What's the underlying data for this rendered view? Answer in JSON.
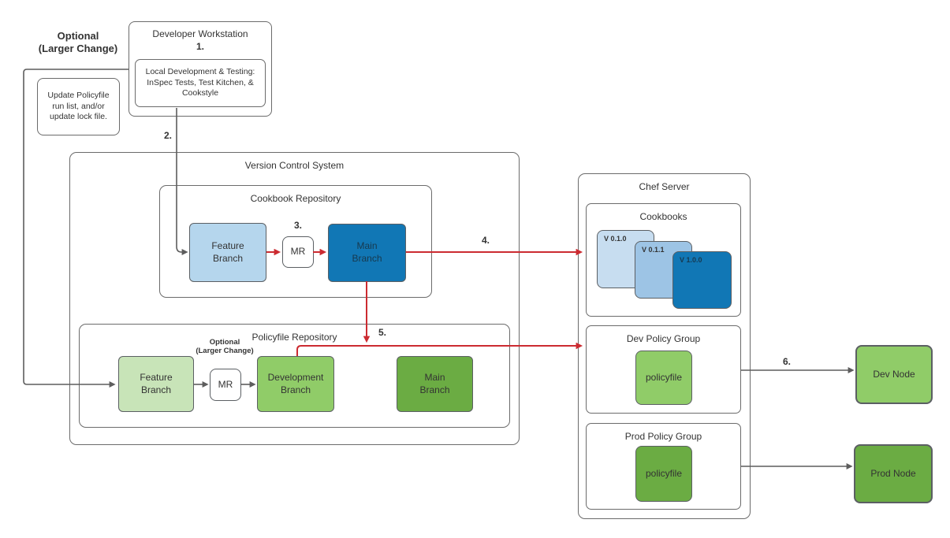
{
  "diagram": {
    "optional_top": {
      "line1": "Optional",
      "line2": "(Larger Change)"
    },
    "update_note": "Update Policyfile run list, and/or update lock file.",
    "developer_workstation": {
      "title": "Developer Workstation",
      "step": "1.",
      "local_dev": "Local Development & Testing: InSpec Tests, Test Kitchen, & Cookstyle"
    },
    "steps": {
      "s2": "2.",
      "s3": "3.",
      "s4": "4.",
      "s5": "5.",
      "s6": "6."
    },
    "vcs": {
      "title": "Version Control System",
      "cookbook_repo": {
        "title": "Cookbook Repository",
        "feature_branch": "Feature Branch",
        "mr": "MR",
        "main_branch": "Main Branch"
      },
      "policyfile_repo": {
        "title": "Policyfile Repository",
        "optional_line1": "Optional",
        "optional_line2": "(Larger Change)",
        "feature_branch": "Feature Branch",
        "mr": "MR",
        "development_branch": "Development Branch",
        "main_branch": "Main Branch"
      }
    },
    "chef_server": {
      "title": "Chef Server",
      "cookbooks": {
        "title": "Cookbooks",
        "versions": [
          "V 0.1.0",
          "V 0.1.1",
          "V 1.0.0"
        ]
      },
      "dev_policy_group": {
        "title": "Dev Policy Group",
        "policyfile": "policyfile"
      },
      "prod_policy_group": {
        "title": "Prod Policy Group",
        "policyfile": "policyfile"
      }
    },
    "nodes": {
      "dev": "Dev Node",
      "prod": "Prod Node"
    },
    "colors": {
      "light_blue": "#b5d6ed",
      "card_blue_1": "#c7ddf0",
      "card_blue_2": "#9dc4e5",
      "dark_blue": "#1177b5",
      "light_green": "#c8e4b8",
      "mid_green": "#90cc68",
      "dark_green": "#6bac43",
      "arrow_red": "#cc2b31",
      "line_gray": "#5d5d5d",
      "border_gray": "#6b6b6b"
    }
  }
}
